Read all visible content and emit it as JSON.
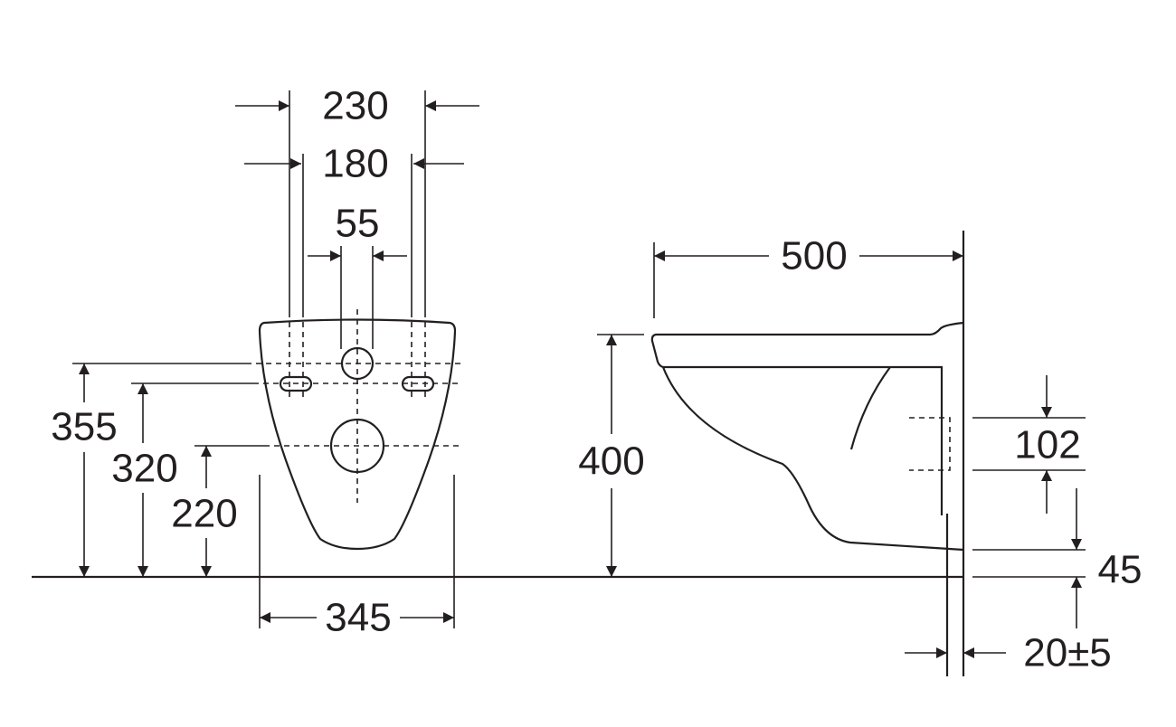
{
  "front_view": {
    "width_outer": "230",
    "width_inner": "180",
    "pipe_spacing": "55",
    "height_upper": "355",
    "height_bolts": "320",
    "height_outlet": "220",
    "total_width": "345"
  },
  "side_view": {
    "depth": "500",
    "height": "400",
    "outlet_diameter": "102",
    "bottom_gap": "45",
    "wall_gap": "20±5"
  }
}
